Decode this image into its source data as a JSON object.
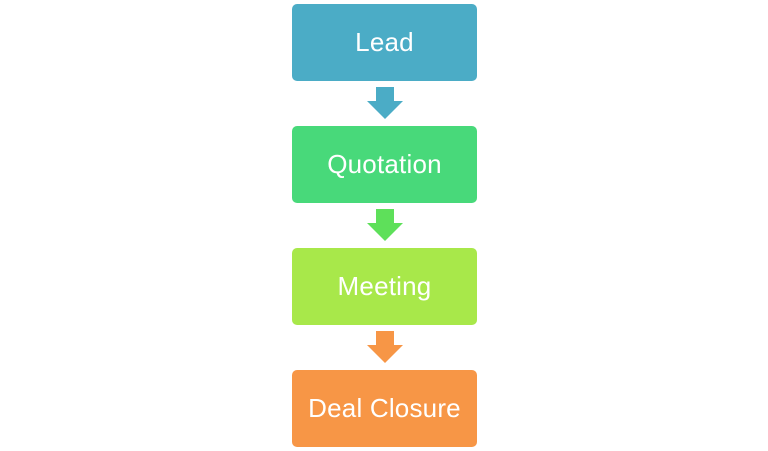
{
  "steps": [
    {
      "label": "Lead",
      "color": "#4bacc6"
    },
    {
      "label": "Quotation",
      "color": "#48d97a"
    },
    {
      "label": "Meeting",
      "color": "#a8e84a"
    },
    {
      "label": "Deal Closure",
      "color": "#f79646"
    }
  ],
  "arrows": [
    {
      "color": "#4bacc6"
    },
    {
      "color": "#5ee05a"
    },
    {
      "color": "#f79646"
    }
  ]
}
